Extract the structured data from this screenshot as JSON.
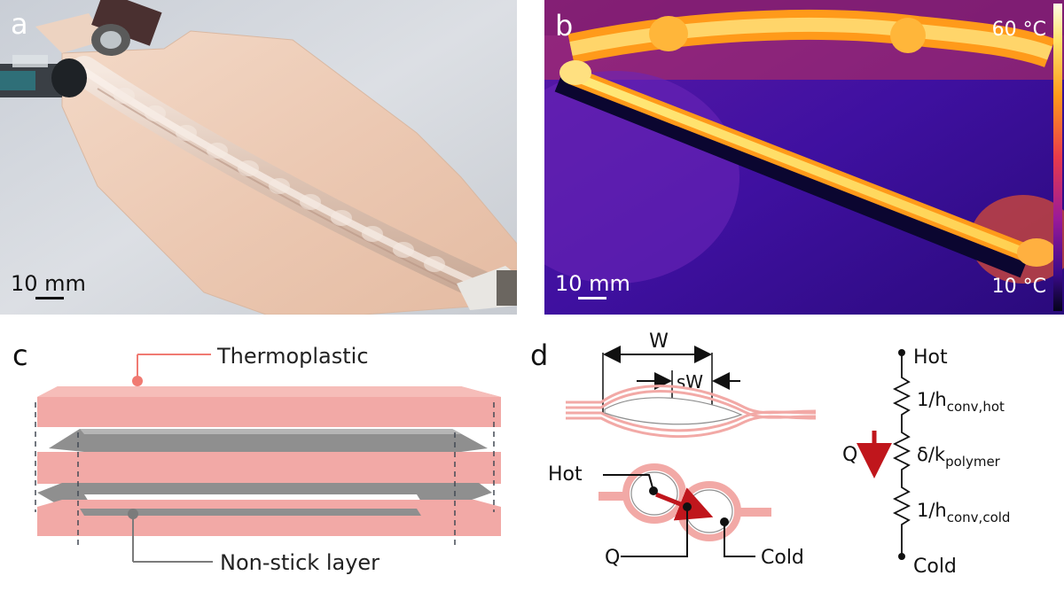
{
  "panels": {
    "a": {
      "letter": "a",
      "scale_bar": "10 mm"
    },
    "b": {
      "letter": "b",
      "scale_bar": "10 mm",
      "temp_max": "60 °C",
      "temp_min": "10 °C"
    },
    "c": {
      "letter": "c",
      "label_top": "Thermoplastic",
      "label_bottom": "Non-stick layer"
    },
    "d": {
      "letter": "d",
      "width_label": "W",
      "seam_label": "sW",
      "hot_label": "Hot",
      "cold_label": "Cold",
      "heat_label": "Q",
      "circuit": {
        "hot": "Hot",
        "cold": "Cold",
        "heat": "Q",
        "r1_main": "1/h",
        "r1_sub": "conv,hot",
        "r2_main": "δ/k",
        "r2_sub": "polymer",
        "r3_main": "1/h",
        "r3_sub": "conv,cold"
      }
    }
  },
  "colors": {
    "thermoplastic": "#f2a9a6",
    "thermoplastic_dark": "#e8908c",
    "nonstick": "#8f8f8f",
    "arrow": "#c0161c",
    "leader_pink": "#f07a72"
  }
}
